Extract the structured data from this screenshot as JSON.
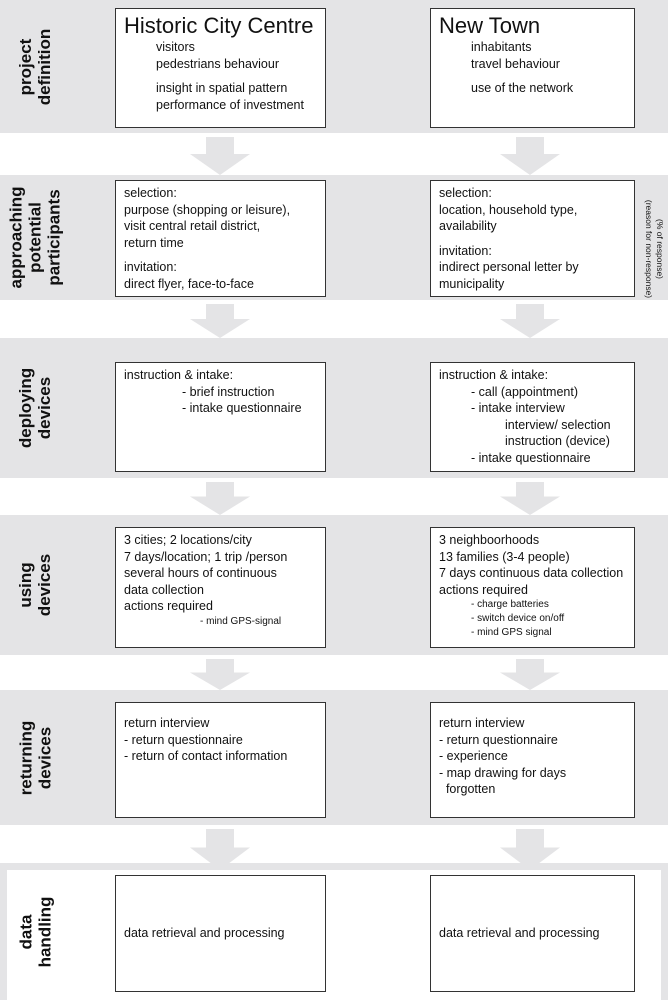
{
  "stages": [
    {
      "label": "project\ndefinition",
      "left": {
        "title": "Historic City Centre",
        "lines": [
          {
            "text": "visitors",
            "level": 1
          },
          {
            "text": "pedestrians behaviour",
            "level": 1
          },
          {
            "text": "insight in spatial pattern",
            "level": 1,
            "gap": true
          },
          {
            "text": "performance of investment",
            "level": 1
          }
        ]
      },
      "right": {
        "title": "New Town",
        "lines": [
          {
            "text": "inhabitants",
            "level": 1
          },
          {
            "text": "travel behaviour",
            "level": 1
          },
          {
            "text": "use of the network",
            "level": 1,
            "gap": true
          }
        ]
      }
    },
    {
      "label": "approaching\npotential\nparticipants",
      "left": {
        "lines": [
          {
            "text": "selection:",
            "level": 0
          },
          {
            "text": "purpose (shopping or leisure),",
            "level": 0
          },
          {
            "text": "visit central retail district,",
            "level": 0
          },
          {
            "text": "return time",
            "level": 0
          },
          {
            "text": "invitation:",
            "level": 0,
            "gap": true
          },
          {
            "text": "direct flyer, face-to-face",
            "level": 0
          }
        ]
      },
      "right": {
        "lines": [
          {
            "text": "selection:",
            "level": 0
          },
          {
            "text": "location, household type,",
            "level": 0
          },
          {
            "text": "availability",
            "level": 0
          },
          {
            "text": "invitation:",
            "level": 0,
            "gap": true
          },
          {
            "text": "indirect personal letter by",
            "level": 0
          },
          {
            "text": "municipality",
            "level": 0
          }
        ]
      }
    },
    {
      "label": "deploying\ndevices",
      "left": {
        "lines": [
          {
            "text": "instruction & intake:",
            "level": 0
          },
          {
            "text": "- brief instruction",
            "level": 2
          },
          {
            "text": "- intake questionnaire",
            "level": 2
          }
        ]
      },
      "right": {
        "lines": [
          {
            "text": "instruction & intake:",
            "level": 0
          },
          {
            "text": "- call (appointment)",
            "level": 1
          },
          {
            "text": "- intake interview",
            "level": 1
          },
          {
            "text": "interview/ selection",
            "level": 3
          },
          {
            "text": "instruction (device)",
            "level": 3
          },
          {
            "text": "- intake questionnaire",
            "level": 1
          }
        ]
      }
    },
    {
      "label": "using\ndevices",
      "left": {
        "lines": [
          {
            "text": "3 cities; 2 locations/city",
            "level": 0
          },
          {
            "text": "7 days/location; 1 trip /person",
            "level": 0
          },
          {
            "text": "several hours of continuous",
            "level": 0
          },
          {
            "text": "data collection",
            "level": 0
          },
          {
            "text": "actions required",
            "level": 0
          },
          {
            "text": "- mind GPS-signal",
            "level": 4,
            "small": true
          }
        ]
      },
      "right": {
        "lines": [
          {
            "text": "3 neighboorhoods",
            "level": 0
          },
          {
            "text": "13 families (3-4 people)",
            "level": 0
          },
          {
            "text": "7 days continuous data collection",
            "level": 0
          },
          {
            "text": "actions required",
            "level": 0
          },
          {
            "text": "- charge batteries",
            "level": 1,
            "small": true
          },
          {
            "text": "- switch device on/off",
            "level": 1,
            "small": true
          },
          {
            "text": "- mind GPS signal",
            "level": 1,
            "small": true
          }
        ]
      }
    },
    {
      "label": "returning\ndevices",
      "left": {
        "lines": [
          {
            "text": "return interview",
            "level": 0,
            "gapTop": true
          },
          {
            "text": "- return questionnaire",
            "level": 0
          },
          {
            "text": "- return of contact information",
            "level": 0
          }
        ]
      },
      "right": {
        "lines": [
          {
            "text": "return interview",
            "level": 0,
            "gapTop": true
          },
          {
            "text": "- return questionnaire",
            "level": 0
          },
          {
            "text": "- experience",
            "level": 0
          },
          {
            "text": "- map drawing for days",
            "level": 0
          },
          {
            "text": "  forgotten",
            "level": 0
          }
        ]
      }
    },
    {
      "label": "data\nhandling",
      "left": {
        "lines": [
          {
            "text": "data retrieval and processing",
            "level": 0
          }
        ]
      },
      "right": {
        "lines": [
          {
            "text": "data retrieval and processing",
            "level": 0
          }
        ]
      }
    }
  ],
  "side_note": {
    "line1": "(% of response)",
    "line2": "(reason for non-response)"
  },
  "colors": {
    "band": "#e4e4e6",
    "arrow": "#e4e4e6",
    "box_border": "#333333"
  }
}
